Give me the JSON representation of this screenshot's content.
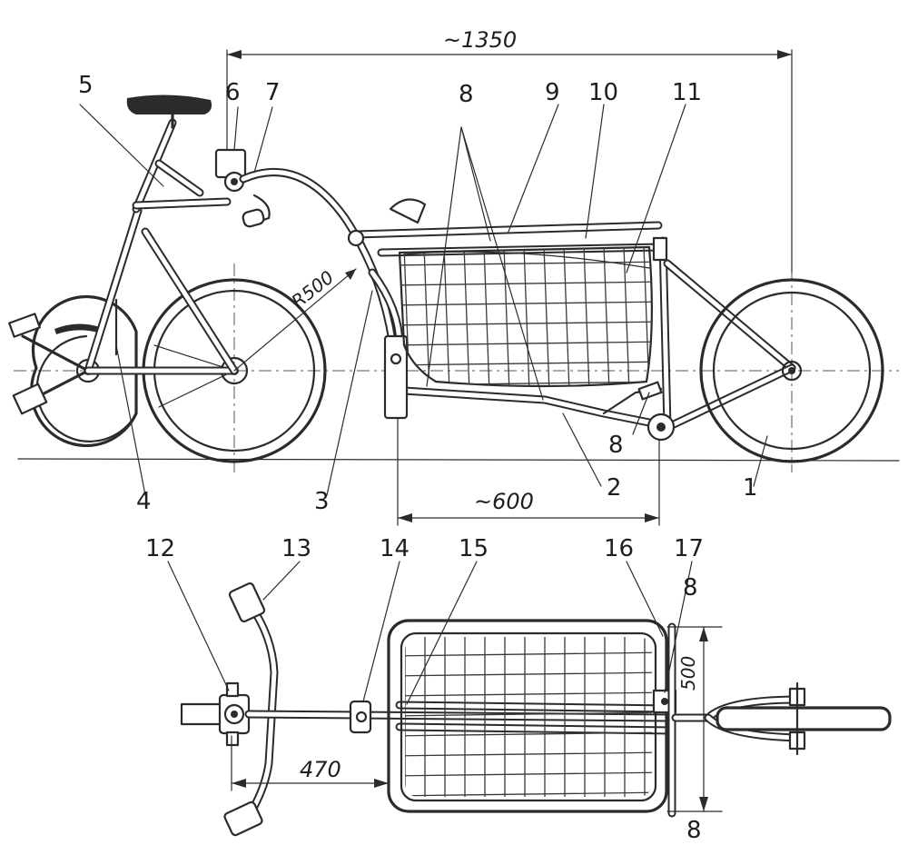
{
  "dimensions": {
    "overall_length": "~1350",
    "cargo_length": "~600",
    "bend_radius": "R500",
    "basket_width": "500",
    "hitch_offset": "470"
  },
  "callouts": {
    "side_view": [
      "1",
      "2",
      "3",
      "4",
      "5",
      "6",
      "7",
      "8",
      "8",
      "9",
      "10",
      "11"
    ],
    "top_view": [
      "12",
      "13",
      "14",
      "15",
      "16",
      "17",
      "8",
      "8"
    ]
  }
}
